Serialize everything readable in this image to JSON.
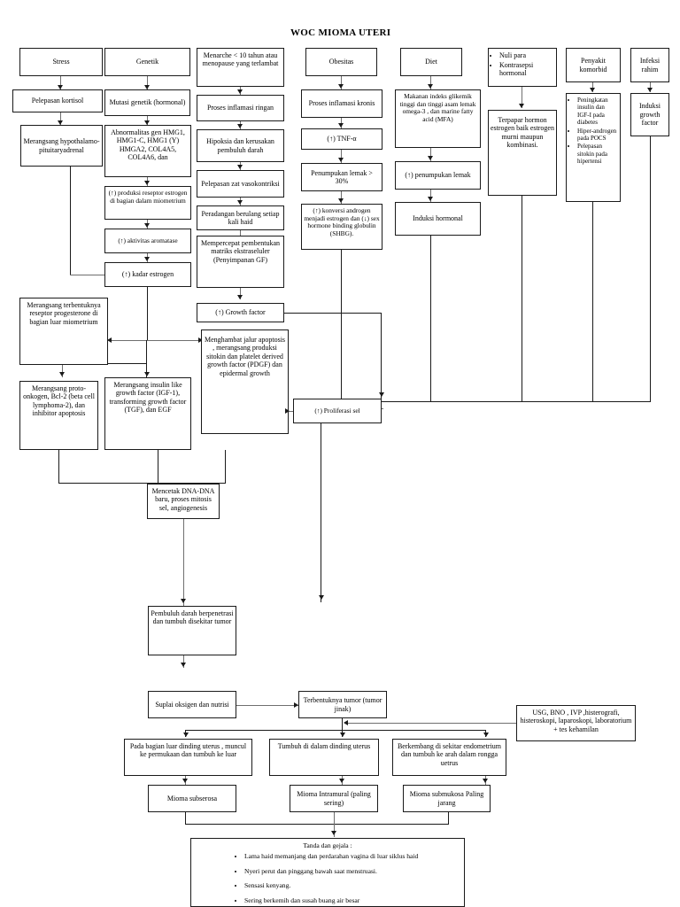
{
  "title": "WOC MIOMA UTERI",
  "nodes": {
    "stress": "Stress",
    "pelepasan_kortisol": "Pelepasan kortisol",
    "merangsang_hpa": "Merangsang hypothalamo-pituitaryadrenal",
    "genetik": "Genetik",
    "mutasi_genetik": "Mutasi genetik (hormonal)",
    "abnormalitas_gen": "Abnormalitas gen HMG1, HMG1-C, HMG1 (Y) HMGA2, COL4A5, COL4A6, dan",
    "produksi_reseptor": "(↑) produksi reseptor estrogen di bagian dalam miometrium",
    "aktivitas_aromatase": "(↑) aktivitas aromatase",
    "kadar_estrogen": "(↑) kadar estrogen",
    "menarche": "Menarche < 10 tahun atau menopause yang terlambat",
    "proses_inflamasi_ringan": "Proses inflamasi ringan",
    "hipoksia": "Hipoksia dan kerusakan pembuluh darah",
    "pelepasan_vaso": "Pelepasan zat vasokontriksi",
    "peradangan": "Peradangan berulang setiap kali haid",
    "mempercepat_matriks": "Mempercepat pembentukan matriks ekstraseluler (Penyimpanan GF)",
    "growth_factor": "(↑) Growth factor",
    "obesitas": "Obesitas",
    "proses_inflamasi_kronis": "Proses inflamasi kronis",
    "tnf_a": "(↑) TNF-α",
    "penumpukan_lemak_30": "Penumpukan lemak > 30%",
    "konversi_androgen": "(↑) konversi androgen menjadi estrogen dan (↓) sex hormone binding globulin (SHBG).",
    "diet": "Diet",
    "makanan_indeks": "Makanan indeks glikemik tinggi dan tinggi asam lemak omega-3 , dan marine fatty acid (MFA)",
    "penumpukan_lemak": "(↑) penumpukan lemak",
    "induksi_hormonal": "Induksi hormonal",
    "nuli_para_items": [
      "Nuli para",
      "Kontrasepsi hormonal"
    ],
    "terpapar_hormon": "Terpapar hormon estrogen baik estrogen murni maupun kombinasi.",
    "penyakit_komorbid": "Penyakit komorbid",
    "komorbid_items": [
      "Peningkatan insulin dan IGF-I pada diabetes",
      "Hiper-androgen pada POCS",
      "Pelepasan sitokin pada hipertensi"
    ],
    "infeksi_rahim": "Infeksi rahim",
    "induksi_growth_factor": "Induksi growth factor",
    "reseptor_progesterone": "Merangsang terbentuknya reseptor progesterone di bagian luar miometrium",
    "proto_onkogen": "Merangsang proto-onkogen, Bcl-2 (beta cell lymphoma-2), dan inhibitor apoptosis",
    "insulin_like": "Merangsang insulin like growth factor (IGF-1), transforming growth factor (TGF), dan EGF",
    "menghambat_apoptosis": "Menghambat jalur apoptosis , merangsang produksi sitokin dan platelet derived growth factor (PDGF) dan epidermal growth",
    "proliferasi_sel": "(↑) Proliferasi sel",
    "mencetak_dna": "Mencetak DNA-DNA baru, proses mitosis sel, angiogenesis",
    "pembuluh_darah": "Pembuluh darah berpenetrasi dan tumbuh disekitar tumor",
    "suplai_oksigen": "Suplai oksigen dan nutrisi",
    "terbentuknya_tumor": "Terbentuknya tumor (tumor jinak)",
    "pemeriksaan": "USG, BNO , IVP ,histerografi, histeroskopi, laparoskopi, laboratorium + tes kehamilan",
    "bagian_luar": "Pada bagian luar dinding uterus , muncul ke permukaan dan tumbuh ke luar",
    "dalam_dinding": "Tumbuh di dalam dinding uterus",
    "sekitar_endometrium": "Berkembang di sekitar endometrium dan tumbuh ke arah dalam rongga uetrus",
    "mioma_subserosa": "Mioma subserosa",
    "mioma_intramural": "Mioma Intramural (paling sering)",
    "mioma_submukosa": "Mioma submukosa Paling jarang"
  },
  "signs": {
    "heading": "Tanda dan gejala :",
    "items": [
      "Lama haid memanjang dan perdarahan vagina di luar siklus haid",
      "Nyeri perut dan pinggang bawah saat menstruasi.",
      "Sensasi kenyang.",
      "Sering berkemih dan susah buang air besar"
    ]
  },
  "colors": {
    "line": "#6f6f6f",
    "line_dark": "#1a1a1a",
    "border": "#1a1a1a",
    "bg": "#ffffff"
  }
}
